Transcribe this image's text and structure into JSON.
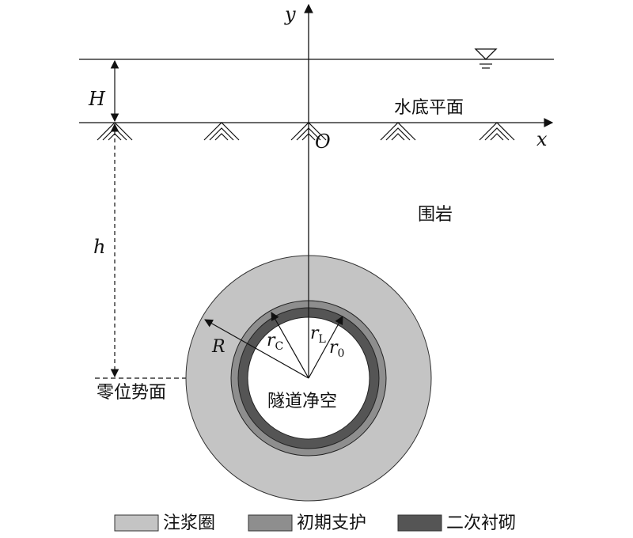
{
  "axes": {
    "x_label": "x",
    "y_label": "y",
    "origin_label": "O"
  },
  "labels": {
    "water_depth": "H",
    "tunnel_depth": "h",
    "seabed": "水底平面",
    "rock": "围岩",
    "zero_potential": "零位势面",
    "tunnel_clear": "隧道净空"
  },
  "radii": {
    "R": "R",
    "rC_main": "r",
    "rC_sub": "C",
    "rL_main": "r",
    "rL_sub": "L",
    "r0_main": "r",
    "r0_sub": "0"
  },
  "legend": [
    {
      "label": "注浆圈",
      "color": "#c4c4c4"
    },
    {
      "label": "初期支护",
      "color": "#8e8e8e"
    },
    {
      "label": "二次衬砌",
      "color": "#555555"
    }
  ]
}
